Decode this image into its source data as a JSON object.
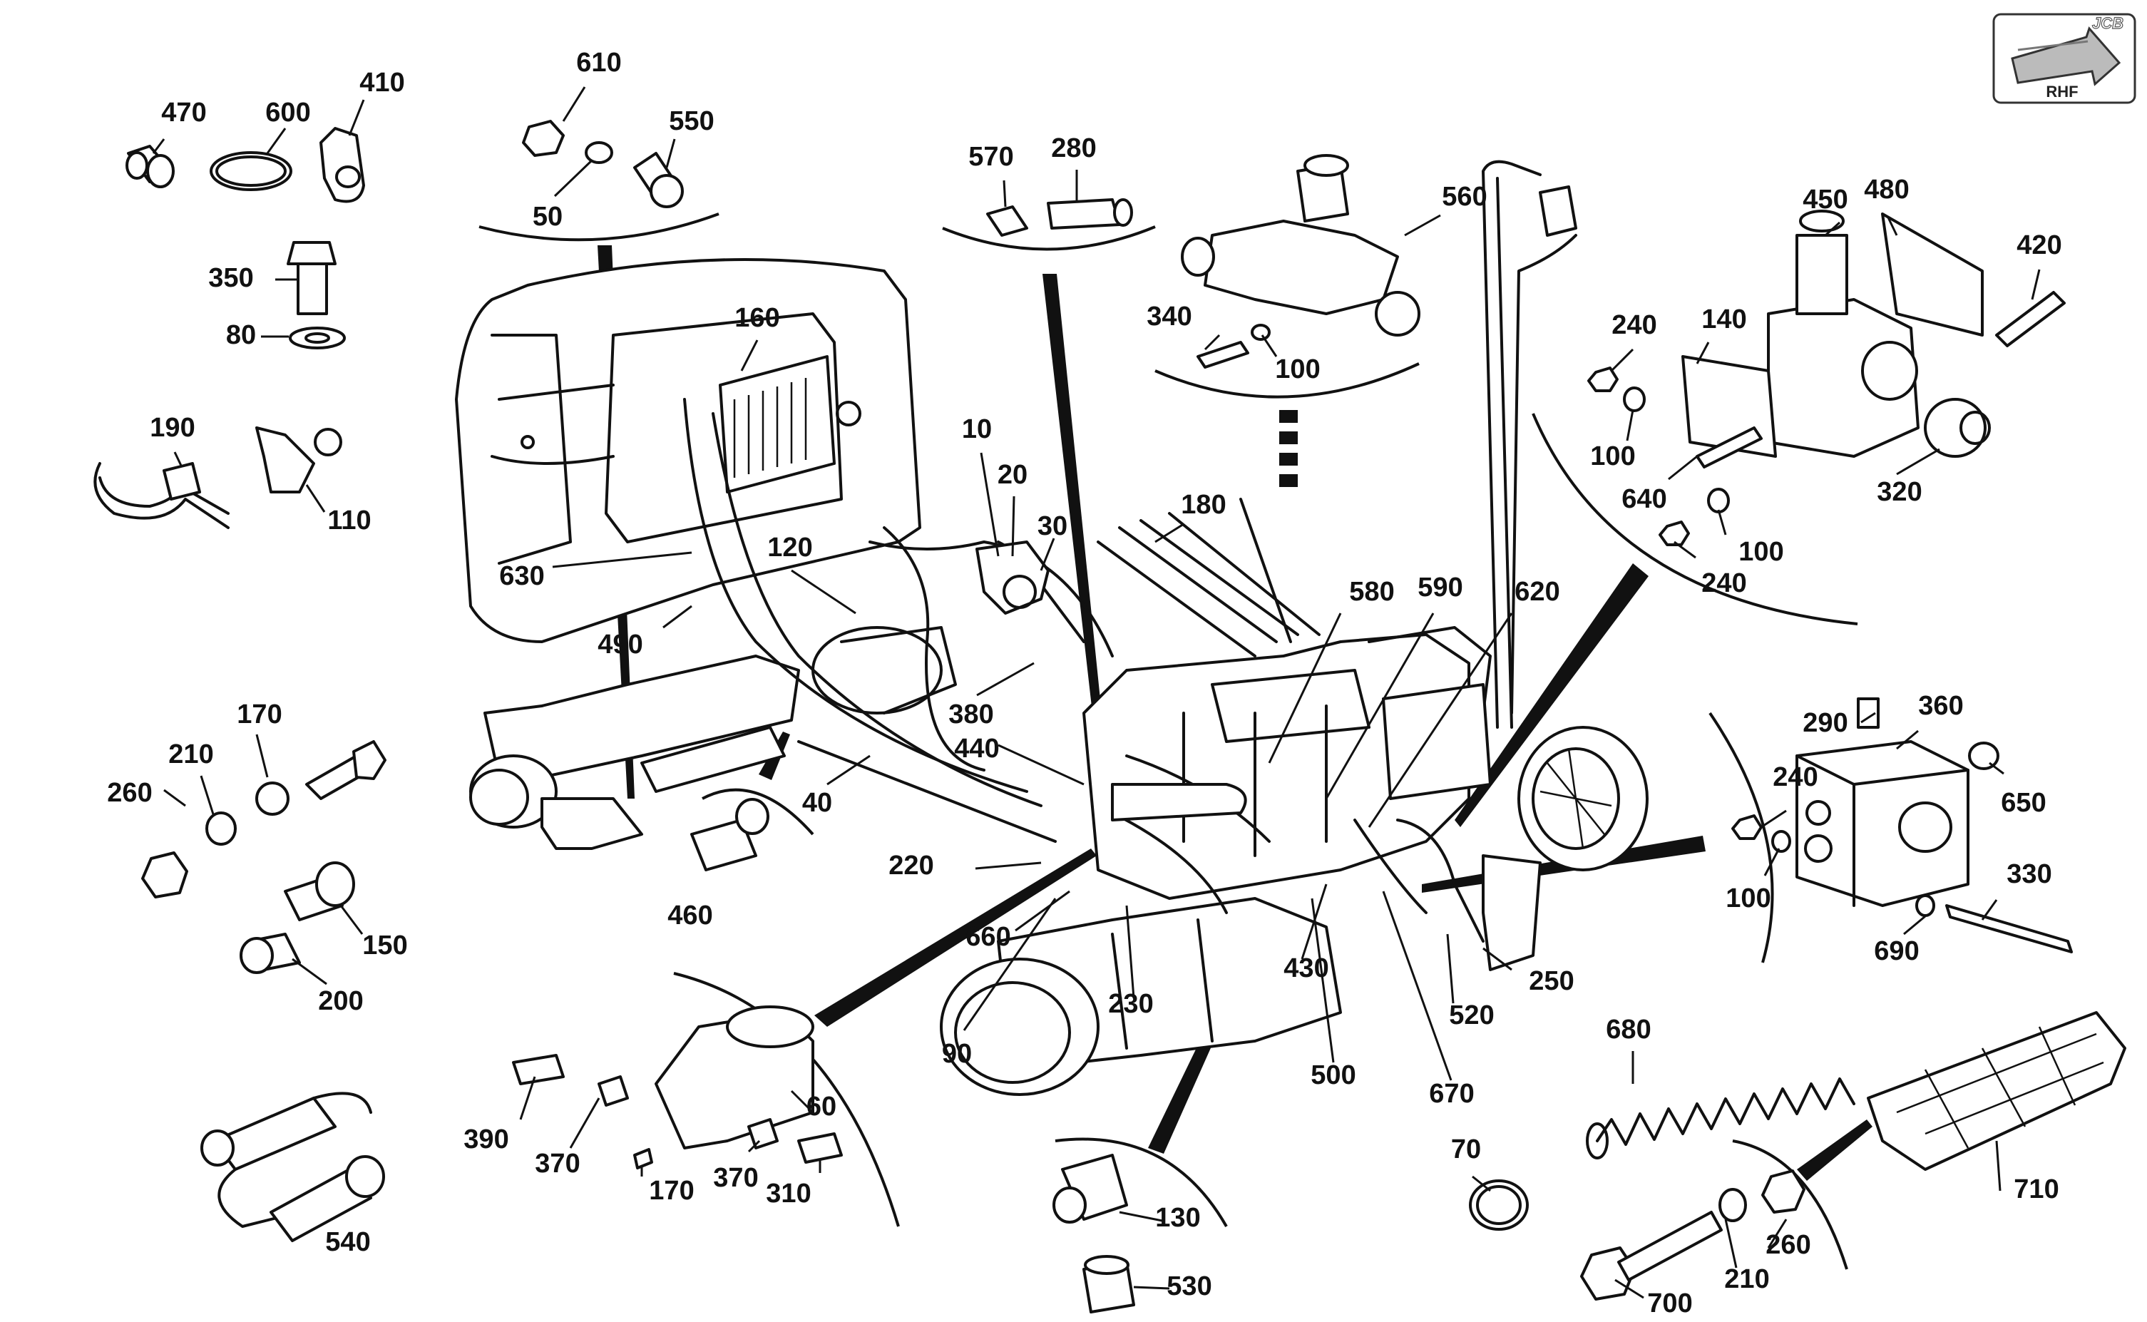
{
  "badge": {
    "brand": "JCB",
    "view": "RHF"
  },
  "labels": [
    "470",
    "600",
    "410",
    "610",
    "550",
    "50",
    "350",
    "80",
    "190",
    "110",
    "160",
    "570",
    "280",
    "560",
    "340",
    "100",
    "450",
    "480",
    "420",
    "240",
    "140",
    "100",
    "640",
    "100",
    "320",
    "240",
    "630",
    "490",
    "120",
    "10",
    "20",
    "30",
    "180",
    "380",
    "440",
    "40",
    "580",
    "590",
    "620",
    "220",
    "660",
    "460",
    "230",
    "90",
    "430",
    "500",
    "670",
    "520",
    "250",
    "260",
    "210",
    "170",
    "150",
    "200",
    "290",
    "360",
    "240",
    "650",
    "100",
    "330",
    "690",
    "390",
    "370",
    "170",
    "370",
    "310",
    "60",
    "130",
    "530",
    "70",
    "680",
    "540",
    "700",
    "210",
    "260",
    "710"
  ]
}
